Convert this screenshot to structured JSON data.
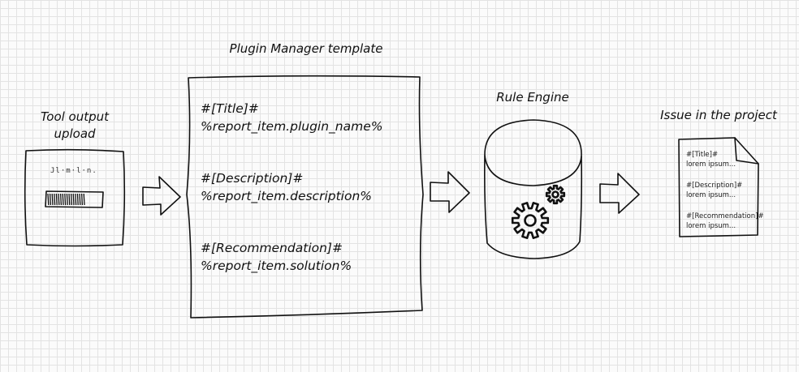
{
  "labels": {
    "tool_output": "Tool output upload",
    "template": "Plugin Manager template",
    "rule_engine": "Rule Engine",
    "issue": "Issue in the project"
  },
  "upload_box": {
    "caption": "Jl·m·l·n.",
    "progress_fraction": 0.68
  },
  "template_lines": [
    "#[Title]#",
    "%report_item.plugin_name%",
    "#[Description]#",
    "%report_item.description%",
    "#[Recommendation]#",
    "%report_item.solution%"
  ],
  "issue_doc_lines": [
    "#[Title]#",
    "lorem ipsum...",
    "#[Description]#",
    "lorem ipsum...",
    "#[Recommendation]#",
    "lorem ipsum..."
  ],
  "icons": [
    "upload-progress-icon",
    "arrow-right-icon",
    "database-cylinder-icon",
    "gear-icon",
    "document-icon"
  ],
  "colors": {
    "ink": "#111111",
    "paper": "#fbfbfb",
    "grid": "#e3e3e3"
  }
}
